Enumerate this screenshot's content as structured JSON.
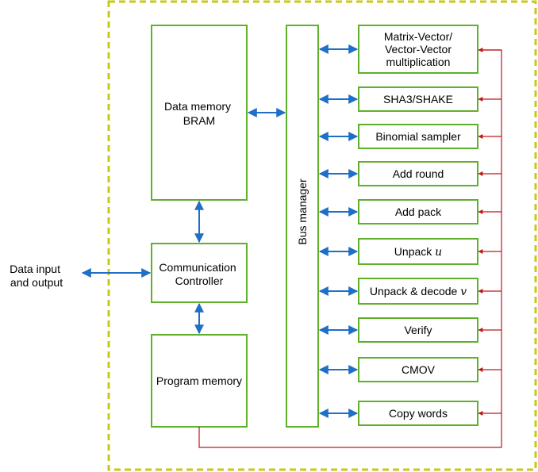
{
  "colors": {
    "box_border": "#5fb02a",
    "frame_border": "#c8c818",
    "data_arrow": "#1f6fc8",
    "control_line": "#c01818"
  },
  "external": {
    "io_label_line1": "Data input",
    "io_label_line2": "and output"
  },
  "blocks": {
    "data_memory": {
      "line1": "Data memory",
      "line2": "BRAM"
    },
    "comm_controller": {
      "line1": "Communication",
      "line2": "Controller"
    },
    "program_memory": {
      "label": "Program memory"
    },
    "bus_manager": {
      "label": "Bus manager"
    }
  },
  "modules": [
    {
      "lines": [
        "Matrix-Vector/",
        "Vector-Vector",
        "multiplication"
      ]
    },
    {
      "lines": [
        "SHA3/SHAKE"
      ]
    },
    {
      "lines": [
        "Binomial sampler"
      ]
    },
    {
      "lines": [
        "Add round"
      ]
    },
    {
      "lines": [
        "Add pack"
      ]
    },
    {
      "lines": [
        "Unpack "
      ],
      "var": "u"
    },
    {
      "lines": [
        "Unpack & decode "
      ],
      "var": "v"
    },
    {
      "lines": [
        "Verify"
      ]
    },
    {
      "lines": [
        "CMOV"
      ]
    },
    {
      "lines": [
        "Copy words"
      ]
    }
  ]
}
